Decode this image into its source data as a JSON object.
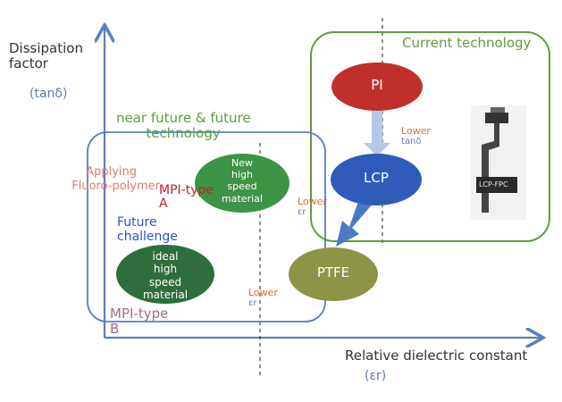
{
  "axes": {
    "y_label_line1": "Dissipation",
    "y_label_line2": "factor",
    "y_symbol": "(tanδ)",
    "x_label": "Relative dielectric constant",
    "x_symbol": "(εr)"
  },
  "regions": {
    "current": "Current technology",
    "future_line1": "near future & future",
    "future_line2": "technology"
  },
  "materials": {
    "pi": "PI",
    "lcp": "LCP",
    "ptfe": "PTFE",
    "new_line1": "New",
    "new_line2": "high",
    "new_line3": "speed",
    "new_line4": "material",
    "ideal_line1": "ideal",
    "ideal_line2": "high",
    "ideal_line3": "speed",
    "ideal_line4": "material"
  },
  "annotations": {
    "lower_tan_1": "Lower",
    "lower_tan_2": "tanδ",
    "lower_er_mid_1": "Lower",
    "lower_er_mid_2": "εr",
    "lower_er_bottom_1": "Lower",
    "lower_er_bottom_2": "εr",
    "fluoro_1": "Applying",
    "fluoro_2": "Fluoro-polymer",
    "mpi_a_1": "MPI-type",
    "mpi_a_2": "A",
    "future_1": "Future",
    "future_2": "challenge",
    "mpi_b_1": "MPI-type",
    "mpi_b_2": "B",
    "photo_label": "LCP-FPC"
  },
  "colors": {
    "axis": "#5b7ec4",
    "green_region": "#5e9e3f",
    "blue_region": "#5b7ec4",
    "pi_fill": "#c0302a",
    "lcp_fill": "#2e5cb8",
    "ptfe_fill": "#8e9446",
    "green_ellipse": "#3e9446",
    "dark_green_ellipse": "#2e6e3c",
    "arrow_fill": "#4a7ac2"
  }
}
